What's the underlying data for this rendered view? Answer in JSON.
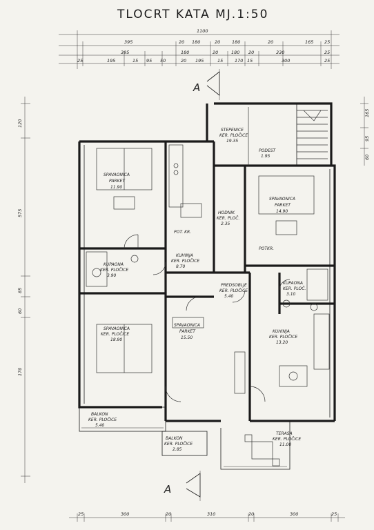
{
  "title": "TLOCRT KATA MJ.1:50",
  "section_marks": [
    "A",
    "A"
  ],
  "top_dimensions": {
    "overall": "1100",
    "row2": [
      "395",
      "20",
      "180",
      "20",
      "180",
      "20",
      "165",
      "25"
    ],
    "row3": [
      "395",
      "180",
      "20",
      "180",
      "20",
      "330",
      "25"
    ],
    "row4": [
      "25",
      "195",
      "15",
      "95",
      "50",
      "20",
      "195",
      "15",
      "170",
      "15",
      "300",
      "25"
    ]
  },
  "bottom_dimensions": [
    "25",
    "300",
    "20",
    "310",
    "20",
    "300",
    "25"
  ],
  "left_dimensions": [
    "120",
    "575",
    "85",
    "60",
    "170"
  ],
  "right_dimensions": [
    "165",
    "95",
    "60"
  ],
  "rooms": [
    {
      "name": "SPAVAONICA",
      "floor": "PARKET",
      "area": "11.90"
    },
    {
      "name": "KUPAONA",
      "floor": "KER. PLOČICE",
      "area": "3.90"
    },
    {
      "name": "KUHINJA",
      "floor": "KER. PLOČICE",
      "area": "8.70"
    },
    {
      "name": "STEPENICE",
      "floor": "KER. PLOČICE",
      "area": "19.35"
    },
    {
      "name": "HODNIK",
      "floor": "KER. PLOČ.",
      "area": "2.35"
    },
    {
      "name": "SPAVAONICA",
      "floor": "PARKET",
      "area": "14.90"
    },
    {
      "name": "SPAVAONICA",
      "floor": "KER. PLOČICE",
      "area": "18.90"
    },
    {
      "name": "SPAVAONICA",
      "floor": "PARKET",
      "area": "15.50"
    },
    {
      "name": "PREDSOBLJE",
      "floor": "KER. PLOČICE",
      "area": "5.40"
    },
    {
      "name": "KUPAONA",
      "floor": "KER. PLOČ.",
      "area": "3.10"
    },
    {
      "name": "KUHINJA",
      "floor": "KER. PLOČICE",
      "area": "13.20"
    },
    {
      "name": "BALKON",
      "floor": "KER. PLOČICE",
      "area": "5.40"
    },
    {
      "name": "BALKON",
      "floor": "KER. PLOČICE",
      "area": "2.85"
    },
    {
      "name": "TERASA",
      "floor": "KER. PLOČICE",
      "area": "11.00"
    }
  ],
  "annotations": {
    "podest": "PODEST",
    "podest_area": "1.95",
    "pot_kr": "POT. KR.",
    "potkr": "POTKR."
  }
}
